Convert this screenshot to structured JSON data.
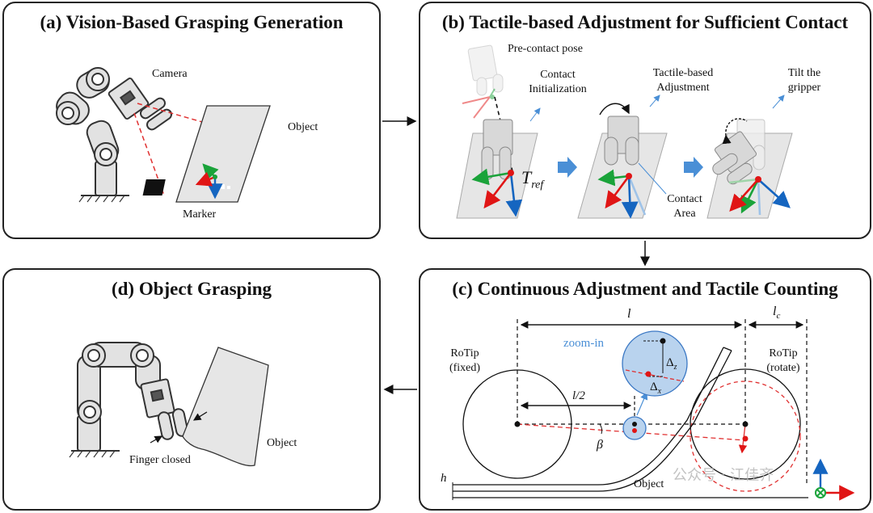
{
  "panels": {
    "a": {
      "title": "(a) Vision-Based Grasping Generation",
      "camera": "Camera",
      "object": "Object",
      "marker": "Marker"
    },
    "b": {
      "title": "(b) Tactile-based Adjustment for Sufficient Contact",
      "pre_contact": "Pre-contact pose",
      "contact_init_1": "Contact",
      "contact_init_2": "Initialization",
      "tactile_adj_1": "Tactile-based",
      "tactile_adj_2": "Adjustment",
      "tilt_1": "Tilt the",
      "tilt_2": "gripper",
      "t_ref_main": "T",
      "t_ref_sub": "ref",
      "contact_area_1": "Contact",
      "contact_area_2": "Area"
    },
    "c": {
      "title": "(c) Continuous Adjustment and Tactile Counting",
      "l": "l",
      "lc_main": "l",
      "lc_sub": "c",
      "l_half": "l/2",
      "zoom_in": "zoom-in",
      "delta_z_main": "Δ",
      "delta_z_sub": "z",
      "delta_x_main": "Δ",
      "delta_x_sub": "x",
      "beta": "β",
      "rotip_fixed_1": "RoTip",
      "rotip_fixed_2": "(fixed)",
      "rotip_rotate_1": "RoTip",
      "rotip_rotate_2": "(rotate)",
      "h": "h",
      "object": "Object"
    },
    "d": {
      "title": "(d) Object Grasping",
      "object": "Object",
      "finger_closed": "Finger closed"
    }
  },
  "watermark": "公众号 · 江佳齐",
  "colors": {
    "axis_red": "#e01515",
    "axis_green": "#1aa33a",
    "axis_blue": "#1565c0",
    "dash_red": "#e03030",
    "zoom_fill": "#b9d3ee",
    "zoom_stroke": "#3b78c4",
    "plane_gray": "#e6e6e6",
    "robot_gray": "#d8d8d8"
  }
}
